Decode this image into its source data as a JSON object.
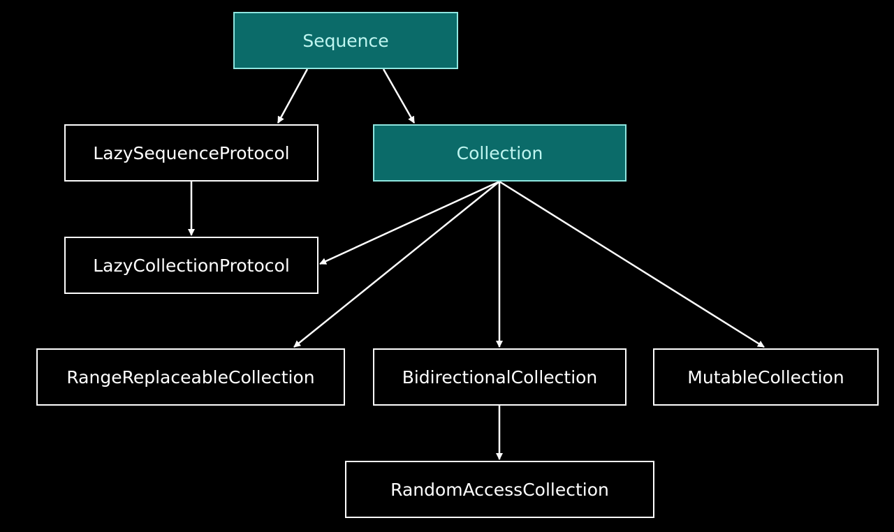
{
  "colors": {
    "background": "#000000",
    "highlight_fill": "#0b6b69",
    "highlight_border": "#8fe6e0",
    "highlight_text": "#bff5f0",
    "plain_border": "#ffffff",
    "edge": "#ffffff"
  },
  "nodes": [
    {
      "id": "sequence",
      "label": "Sequence",
      "highlight": true
    },
    {
      "id": "lazy-sequence-protocol",
      "label": "LazySequenceProtocol",
      "highlight": false
    },
    {
      "id": "collection",
      "label": "Collection",
      "highlight": true
    },
    {
      "id": "lazy-collection-protocol",
      "label": "LazyCollectionProtocol",
      "highlight": false
    },
    {
      "id": "range-replaceable-collection",
      "label": "RangeReplaceableCollection",
      "highlight": false
    },
    {
      "id": "bidirectional-collection",
      "label": "BidirectionalCollection",
      "highlight": false
    },
    {
      "id": "mutable-collection",
      "label": "MutableCollection",
      "highlight": false
    },
    {
      "id": "random-access-collection",
      "label": "RandomAccessCollection",
      "highlight": false
    }
  ],
  "edges": [
    {
      "from": "sequence",
      "to": "lazy-sequence-protocol"
    },
    {
      "from": "sequence",
      "to": "collection"
    },
    {
      "from": "lazy-sequence-protocol",
      "to": "lazy-collection-protocol"
    },
    {
      "from": "collection",
      "to": "lazy-collection-protocol"
    },
    {
      "from": "collection",
      "to": "range-replaceable-collection"
    },
    {
      "from": "collection",
      "to": "bidirectional-collection"
    },
    {
      "from": "collection",
      "to": "mutable-collection"
    },
    {
      "from": "bidirectional-collection",
      "to": "random-access-collection"
    }
  ]
}
